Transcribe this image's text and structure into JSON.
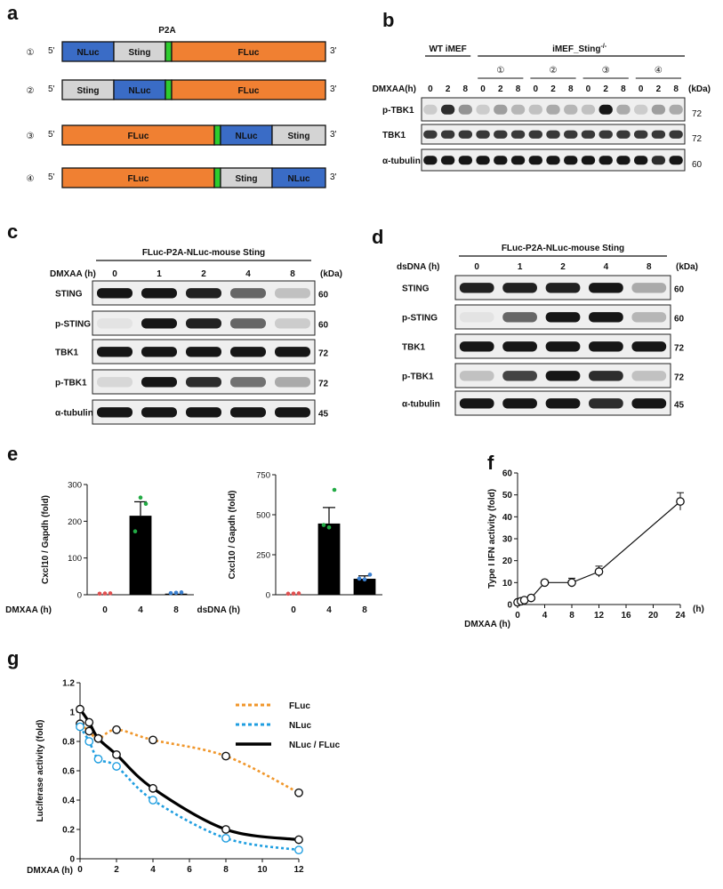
{
  "panels": [
    "a",
    "b",
    "c",
    "d",
    "e",
    "f",
    "g"
  ],
  "a": {
    "p2a_label": "P2A",
    "five_prime": "5'",
    "three_prime": "3'",
    "constructs": [
      {
        "num": "①",
        "segments": [
          {
            "label": "NLuc",
            "color": "#3a6cc6"
          },
          {
            "label": "Sting",
            "color": "#d4d4d4"
          },
          {
            "label": "",
            "color": "#2ecc2e"
          },
          {
            "label": "FLuc",
            "color": "#f08032"
          }
        ]
      },
      {
        "num": "②",
        "segments": [
          {
            "label": "Sting",
            "color": "#d4d4d4"
          },
          {
            "label": "NLuc",
            "color": "#3a6cc6"
          },
          {
            "label": "",
            "color": "#2ecc2e"
          },
          {
            "label": "FLuc",
            "color": "#f08032"
          }
        ]
      },
      {
        "num": "③",
        "segments": [
          {
            "label": "FLuc",
            "color": "#f08032"
          },
          {
            "label": "",
            "color": "#2ecc2e"
          },
          {
            "label": "NLuc",
            "color": "#3a6cc6"
          },
          {
            "label": "Sting",
            "color": "#d4d4d4"
          }
        ]
      },
      {
        "num": "④",
        "segments": [
          {
            "label": "FLuc",
            "color": "#f08032"
          },
          {
            "label": "",
            "color": "#2ecc2e"
          },
          {
            "label": "Sting",
            "color": "#d4d4d4"
          },
          {
            "label": "NLuc",
            "color": "#3a6cc6"
          }
        ]
      }
    ]
  },
  "b": {
    "group_wt": "WT iMEF",
    "group_ko": "iMEF_Sting",
    "group_ko_sup": "-/-",
    "subgroups": [
      "①",
      "②",
      "③",
      "④"
    ],
    "treatment": "DMXAA(h)",
    "timepoints": [
      "0",
      "2",
      "8",
      "0",
      "2",
      "8",
      "0",
      "2",
      "8",
      "0",
      "2",
      "8",
      "0",
      "2",
      "8"
    ],
    "kda": "(kDa)",
    "rows": [
      {
        "label": "p-TBK1",
        "marker": "72",
        "bands": [
          0.15,
          0.85,
          0.4,
          0.15,
          0.35,
          0.25,
          0.2,
          0.3,
          0.25,
          0.2,
          0.95,
          0.3,
          0.15,
          0.35,
          0.3
        ]
      },
      {
        "label": "TBK1",
        "marker": "72",
        "bands": [
          0.8,
          0.8,
          0.8,
          0.8,
          0.8,
          0.8,
          0.8,
          0.8,
          0.8,
          0.8,
          0.8,
          0.8,
          0.8,
          0.8,
          0.8
        ]
      },
      {
        "label": "α-tubulin",
        "marker": "60",
        "bands": [
          0.95,
          0.95,
          0.95,
          0.95,
          0.95,
          0.95,
          0.95,
          0.95,
          0.95,
          0.95,
          0.95,
          0.95,
          0.95,
          0.85,
          0.95
        ]
      }
    ]
  },
  "c": {
    "title": "FLuc-P2A-NLuc-mouse Sting",
    "treatment": "DMXAA (h)",
    "timepoints": [
      "0",
      "1",
      "2",
      "4",
      "8"
    ],
    "kda": "(kDa)",
    "rows": [
      {
        "label": "STING",
        "marker": "60",
        "bands": [
          0.95,
          0.95,
          0.9,
          0.6,
          0.2
        ]
      },
      {
        "label": "p-STING",
        "marker": "60",
        "bands": [
          0.05,
          0.95,
          0.9,
          0.6,
          0.15
        ]
      },
      {
        "label": "TBK1",
        "marker": "72",
        "bands": [
          0.95,
          0.95,
          0.95,
          0.95,
          0.95
        ]
      },
      {
        "label": "p-TBK1",
        "marker": "72",
        "bands": [
          0.1,
          0.95,
          0.85,
          0.55,
          0.3
        ]
      },
      {
        "label": "α-tubulin",
        "marker": "45",
        "bands": [
          0.95,
          0.95,
          0.95,
          0.95,
          0.95
        ]
      }
    ]
  },
  "d": {
    "title": "FLuc-P2A-NLuc-mouse Sting",
    "treatment": "dsDNA (h)",
    "timepoints": [
      "0",
      "1",
      "2",
      "4",
      "8"
    ],
    "kda": "(kDa)",
    "rows": [
      {
        "label": "STING",
        "marker": "60",
        "bands": [
          0.9,
          0.9,
          0.9,
          0.95,
          0.3
        ]
      },
      {
        "label": "p-STING",
        "marker": "60",
        "bands": [
          0.05,
          0.6,
          0.95,
          0.95,
          0.25
        ]
      },
      {
        "label": "TBK1",
        "marker": "72",
        "bands": [
          0.95,
          0.95,
          0.95,
          0.95,
          0.95
        ]
      },
      {
        "label": "p-TBK1",
        "marker": "72",
        "bands": [
          0.2,
          0.75,
          0.95,
          0.85,
          0.2
        ]
      },
      {
        "label": "α-tubulin",
        "marker": "45",
        "bands": [
          0.95,
          0.95,
          0.95,
          0.85,
          0.95
        ]
      }
    ]
  },
  "chart_data": [
    {
      "type": "bar",
      "panel": "e-left",
      "categories": [
        "0",
        "4",
        "8"
      ],
      "values": [
        1,
        215,
        3
      ],
      "errors": [
        0.5,
        38,
        1
      ],
      "points": [
        [
          0.5,
          1,
          1.5
        ],
        [
          170,
          262,
          245
        ],
        [
          2,
          3,
          4
        ]
      ],
      "point_colors": [
        "#e05050",
        "#22aa44",
        "#3a7fd0"
      ],
      "ylabel": "Cxcl10 / Gapdh (fold)",
      "xlabel": "DMXAA (h)",
      "ylim": [
        0,
        300
      ],
      "yticks": [
        0,
        100,
        200,
        300
      ]
    },
    {
      "type": "bar",
      "panel": "e-right",
      "categories": [
        "0",
        "4",
        "8"
      ],
      "values": [
        2,
        445,
        100
      ],
      "errors": [
        1,
        100,
        18
      ],
      "points": [
        [
          1,
          2,
          3
        ],
        [
          430,
          415,
          650
        ],
        [
          95,
          90,
          120
        ]
      ],
      "point_colors": [
        "#e05050",
        "#22aa44",
        "#3a7fd0"
      ],
      "ylabel": "Cxcl10 / Gapdh (fold)",
      "xlabel": "dsDNA (h)",
      "ylim": [
        0,
        750
      ],
      "yticks": [
        0,
        250,
        500,
        750
      ]
    },
    {
      "type": "line",
      "panel": "f",
      "x": [
        0,
        0.5,
        1,
        2,
        4,
        8,
        12,
        24
      ],
      "y": [
        1,
        1.5,
        2,
        3,
        10,
        10,
        15,
        47
      ],
      "errors": [
        0.3,
        0.3,
        0.4,
        0.5,
        1,
        2,
        2.5,
        4
      ],
      "ylabel": "Type I IFN activity (fold)",
      "xlabel": "DMXAA (h)",
      "xunit": "(h)",
      "xlim": [
        0,
        24
      ],
      "ylim": [
        0,
        60
      ],
      "xticks": [
        0,
        4,
        8,
        12,
        16,
        20,
        24
      ],
      "yticks": [
        0,
        10,
        20,
        30,
        40,
        50,
        60
      ]
    },
    {
      "type": "line",
      "panel": "g",
      "ylabel": "Luciferase activity (fold)",
      "xlabel": "DMXAA (h)",
      "xlim": [
        0,
        12
      ],
      "ylim": [
        0,
        1.2
      ],
      "xticks": [
        0,
        2,
        4,
        6,
        8,
        10,
        12
      ],
      "yticks": [
        0,
        0.2,
        0.4,
        0.6,
        0.8,
        1,
        1.2
      ],
      "ytick_labels": [
        "0",
        "0.2",
        "0.4",
        "0.6",
        "0.8",
        "1",
        "1.2"
      ],
      "series": [
        {
          "name": "FLuc",
          "color": "#f0962a",
          "dashed": true,
          "x": [
            0,
            0.5,
            1,
            2,
            4,
            8,
            12
          ],
          "y": [
            0.92,
            0.87,
            0.82,
            0.88,
            0.81,
            0.7,
            0.45
          ]
        },
        {
          "name": "NLuc",
          "color": "#1f9ee0",
          "dashed": true,
          "x": [
            0,
            0.5,
            1,
            2,
            4,
            8,
            12
          ],
          "y": [
            0.9,
            0.8,
            0.68,
            0.63,
            0.4,
            0.14,
            0.06
          ]
        },
        {
          "name": "NLuc / FLuc",
          "color": "#000000",
          "dashed": false,
          "x": [
            0,
            0.5,
            1,
            2,
            4,
            8,
            12
          ],
          "y": [
            1.02,
            0.93,
            0.82,
            0.71,
            0.48,
            0.2,
            0.13
          ]
        }
      ]
    }
  ]
}
